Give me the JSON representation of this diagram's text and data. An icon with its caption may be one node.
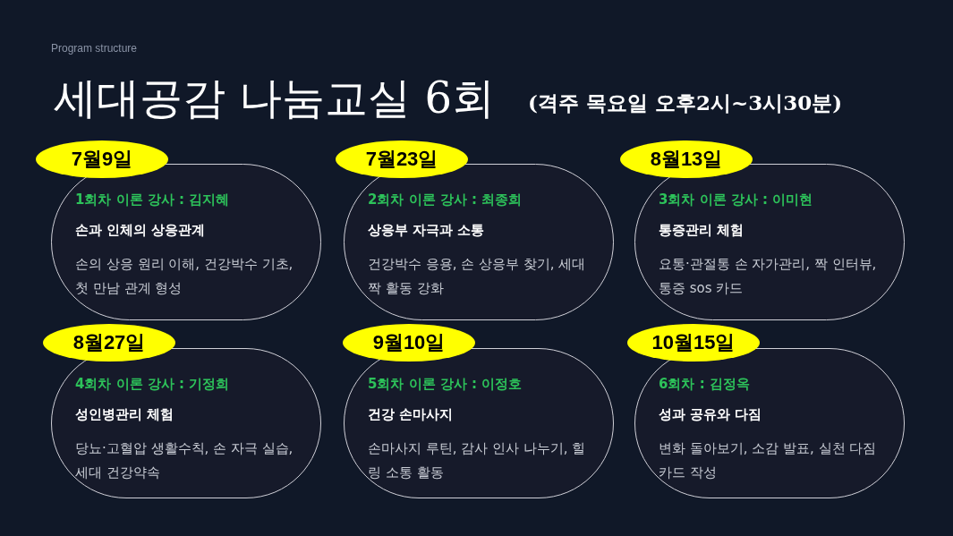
{
  "diagram": {
    "title": "세대공감 나눔교실 6회",
    "nodes": [
      {
        "text": [
          "7월9일"
        ]
      },
      {
        "text": [
          "1회차 이론 강사 : 김지혜",
          "손과 인체의 상응관계",
          "손의 상응 원리 이해, 건강박수 기초, 첫 만남 관계 형성"
        ]
      },
      {
        "text": [
          "7월23일"
        ]
      },
      {
        "text": [
          "2회차 이론 강사 : 최종희",
          "상응부 자극과 소통",
          "건강박수 응용, 손 상응부 찾기, 세대 짝 활동 강화"
        ]
      },
      {
        "text": [
          "8월13일"
        ]
      },
      {
        "text": [
          "3회차 이론 강사 : 이미현",
          "통증관리 체험",
          "요통·관절통 손 자가관리, 짝 인터뷰, 통증 sos 카드"
        ]
      },
      {
        "text": [
          "8월27일"
        ]
      },
      {
        "text": [
          "4회차 이론 강사 : 기정희",
          "성인병관리 체험",
          "당뇨·고혈압 생활수칙, 손 자극 실습, 세대 건강약속"
        ]
      },
      {
        "text": [
          "9월10일"
        ]
      },
      {
        "text": [
          "5회차 이론 강사 : 이정호",
          "건강 손마사지",
          "손마사지 루틴, 감사 인사 나누기, 힐링 소통 활동"
        ]
      },
      {
        "text": [
          "10월15일"
        ]
      },
      {
        "text": [
          "6회차 : 김정옥",
          "성과 공유와 다짐",
          "변화 돌아보기, 소감 발표, 실천 다짐 카드 작성"
        ]
      }
    ],
    "labels": [
      "Program structure",
      "(격주 목요일 오후2시~3시30분)"
    ]
  }
}
